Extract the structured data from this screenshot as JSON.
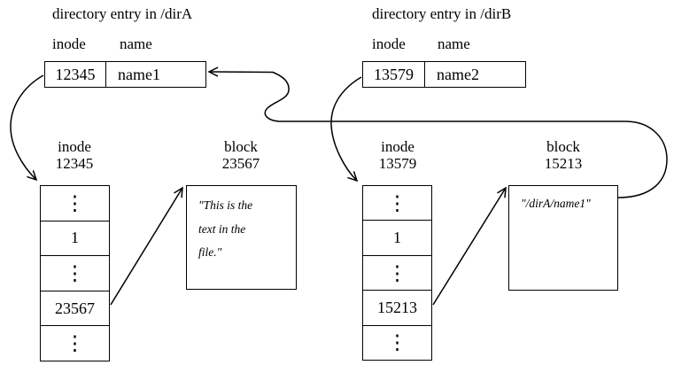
{
  "diagram": {
    "dirA": {
      "title": "directory entry in /dirA",
      "header_inode": "inode",
      "header_name": "name",
      "inode_value": "12345",
      "name_value": "name1"
    },
    "dirB": {
      "title": "directory entry in /dirB",
      "header_inode": "inode",
      "header_name": "name",
      "inode_value": "13579",
      "name_value": "name2"
    },
    "inodeA": {
      "label_type": "inode",
      "label_number": "12345",
      "rows": [
        "⋮",
        "1",
        "⋮",
        "23567",
        "⋮"
      ]
    },
    "blockA": {
      "label_type": "block",
      "label_number": "23567",
      "text_lines": [
        "\"This is the",
        "text in the",
        "file.\""
      ]
    },
    "inodeB": {
      "label_type": "inode",
      "label_number": "13579",
      "rows": [
        "⋮",
        "1",
        "⋮",
        "15213",
        "⋮"
      ]
    },
    "blockB": {
      "label_type": "block",
      "label_number": "15213",
      "text_lines": [
        "\"/dirA/name1\""
      ]
    },
    "colors": {
      "line": "#000000",
      "background": "#ffffff"
    }
  }
}
